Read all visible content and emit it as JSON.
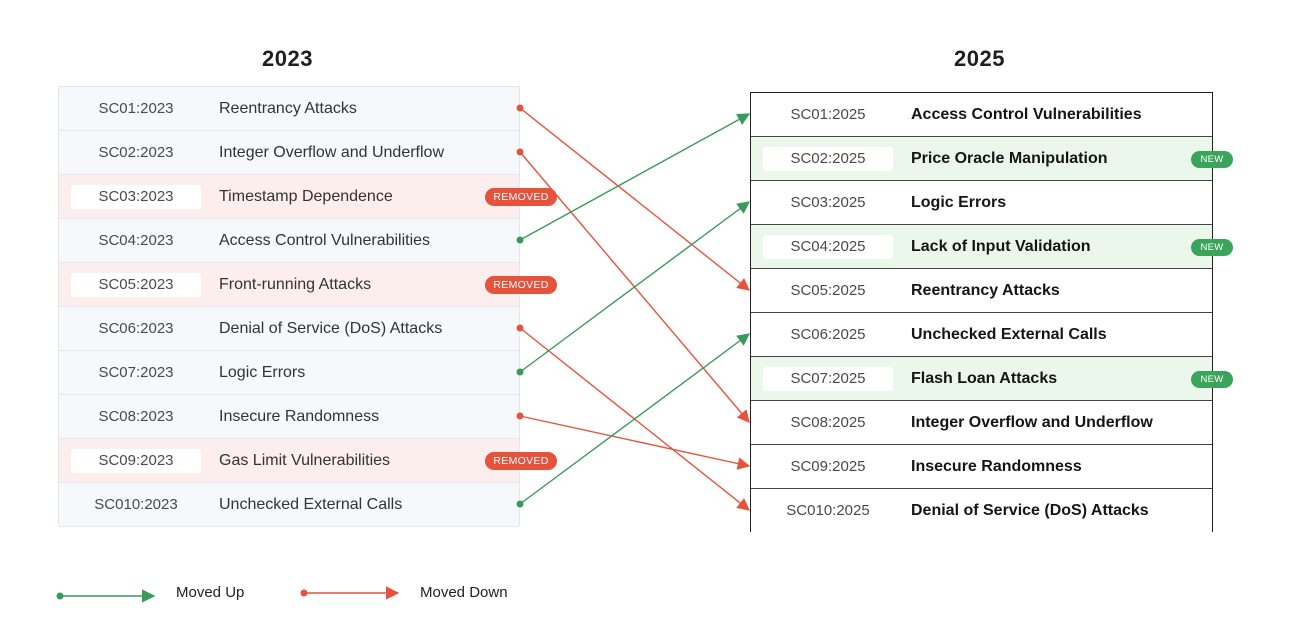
{
  "left_title": "2023",
  "right_title": "2025",
  "left_rows": [
    {
      "code": "SC01:2023",
      "name": "Reentrancy Attacks",
      "badge": ""
    },
    {
      "code": "SC02:2023",
      "name": "Integer Overflow and Underflow",
      "badge": ""
    },
    {
      "code": "SC03:2023",
      "name": "Timestamp Dependence",
      "badge": "REMOVED"
    },
    {
      "code": "SC04:2023",
      "name": "Access Control Vulnerabilities",
      "badge": ""
    },
    {
      "code": "SC05:2023",
      "name": "Front-running Attacks",
      "badge": "REMOVED"
    },
    {
      "code": "SC06:2023",
      "name": "Denial of Service (DoS) Attacks",
      "badge": ""
    },
    {
      "code": "SC07:2023",
      "name": "Logic Errors",
      "badge": ""
    },
    {
      "code": "SC08:2023",
      "name": "Insecure Randomness",
      "badge": ""
    },
    {
      "code": "SC09:2023",
      "name": "Gas Limit Vulnerabilities",
      "badge": "REMOVED"
    },
    {
      "code": "SC010:2023",
      "name": "Unchecked External Calls",
      "badge": ""
    }
  ],
  "right_rows": [
    {
      "code": "SC01:2025",
      "name": "Access Control Vulnerabilities",
      "badge": ""
    },
    {
      "code": "SC02:2025",
      "name": "Price Oracle Manipulation",
      "badge": "NEW"
    },
    {
      "code": "SC03:2025",
      "name": "Logic Errors",
      "badge": ""
    },
    {
      "code": "SC04:2025",
      "name": "Lack of Input Validation",
      "badge": "NEW"
    },
    {
      "code": "SC05:2025",
      "name": "Reentrancy Attacks",
      "badge": ""
    },
    {
      "code": "SC06:2025",
      "name": "Unchecked External Calls",
      "badge": ""
    },
    {
      "code": "SC07:2025",
      "name": "Flash Loan Attacks",
      "badge": "NEW"
    },
    {
      "code": "SC08:2025",
      "name": "Integer Overflow and Underflow",
      "badge": ""
    },
    {
      "code": "SC09:2025",
      "name": "Insecure Randomness",
      "badge": ""
    },
    {
      "code": "SC010:2025",
      "name": "Denial of Service (DoS) Attacks",
      "badge": ""
    }
  ],
  "moves": [
    {
      "from": 1,
      "to": 5,
      "direction": "down"
    },
    {
      "from": 2,
      "to": 8,
      "direction": "down"
    },
    {
      "from": 4,
      "to": 1,
      "direction": "up"
    },
    {
      "from": 6,
      "to": 10,
      "direction": "down"
    },
    {
      "from": 7,
      "to": 3,
      "direction": "up"
    },
    {
      "from": 8,
      "to": 9,
      "direction": "down"
    },
    {
      "from": 10,
      "to": 6,
      "direction": "up"
    }
  ],
  "legend": {
    "up_label": "Moved Up",
    "down_label": "Moved Down"
  },
  "colors": {
    "up": "#3a9a5c",
    "down": "#e5533d",
    "removed_badge": "#e5533d",
    "new_badge": "#3aa55a"
  }
}
